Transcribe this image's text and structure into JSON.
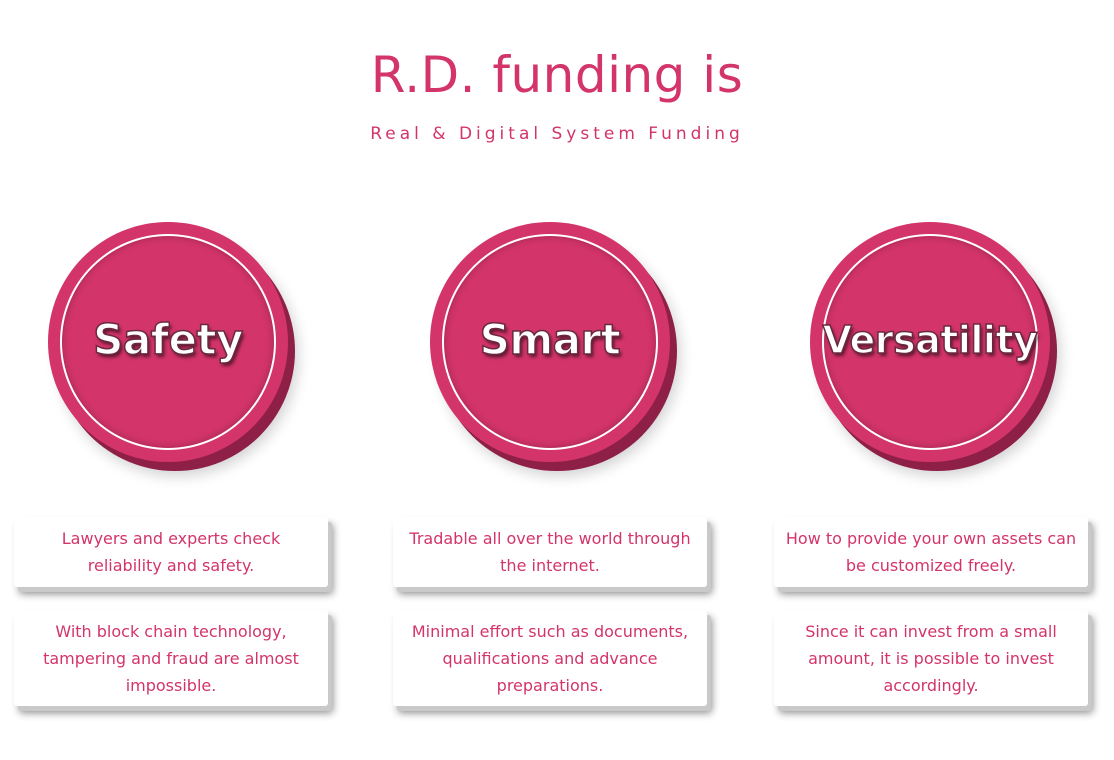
{
  "header": {
    "title": "R.D. funding is",
    "subtitle": "Real & Digital System Funding"
  },
  "features": [
    {
      "label": "Safety",
      "descriptions": [
        "Lawyers and experts check reliability and safety.",
        "With block chain technology, tampering and fraud are almost impossible."
      ]
    },
    {
      "label": "Smart",
      "descriptions": [
        "Tradable all over the world through the internet.",
        "Minimal effort such as documents, qualifications and advance preparations."
      ]
    },
    {
      "label": "Versatility",
      "descriptions": [
        "How to provide your own assets can be customized freely.",
        "Since it can invest from a small amount, it is possible to invest accordingly."
      ]
    }
  ],
  "colors": {
    "accent": "#d33469",
    "circle_shadow": "#8e1f46"
  }
}
